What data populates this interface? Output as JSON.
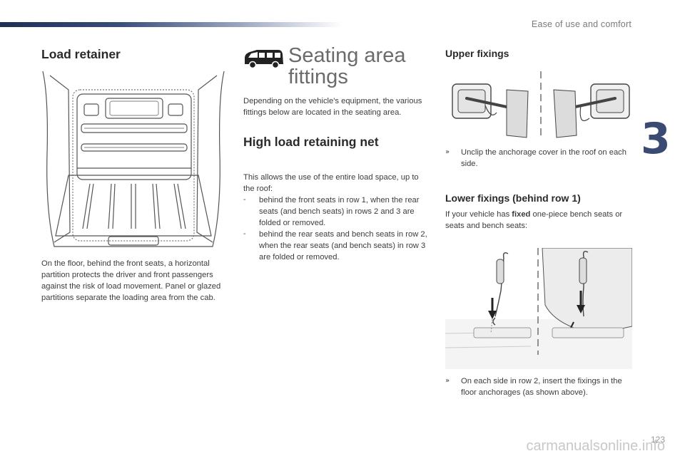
{
  "header": {
    "section_title": "Ease of use and comfort",
    "chapter_number": "3"
  },
  "load_retainer": {
    "title": "Load retainer",
    "paragraph": "On the floor, behind the front seats, a horizontal partition protects the driver and front passengers against the risk of load movement. Panel or glazed partitions separate the loading area from the cab."
  },
  "seating_area": {
    "title_line1": "Seating area",
    "title_line2": "fittings",
    "icon": "van-icon",
    "intro": "Depending on the vehicle's equipment, the various fittings below are located in the seating area."
  },
  "high_load_net": {
    "title": "High load retaining net",
    "intro": "This allows the use of the entire load space, up to the roof:",
    "items": [
      "behind the front seats in row 1, when the rear seats (and bench seats) in rows 2 and 3 are folded or removed.",
      "behind the rear seats and bench seats in row 2, when the rear seats (and bench seats) in row 3 are folded or removed."
    ],
    "item_marker": "-"
  },
  "upper_fixings": {
    "title": "Upper fixings",
    "bullet": "Unclip the anchorage cover in the roof on each side.",
    "bullet_marker": "»"
  },
  "lower_fixings": {
    "title": "Lower fixings (behind row 1)",
    "intro_before": "If your vehicle has ",
    "intro_bold": "fixed",
    "intro_after": " one-piece bench seats or seats and bench seats:",
    "bullet": "On each side in row 2, insert the fixings in the floor anchorages (as shown above).",
    "bullet_marker": "»"
  },
  "footer": {
    "page_number": "123",
    "watermark": "carmanualsonline.info"
  },
  "colors": {
    "accent": "#3b4a73",
    "text": "#3c3c3c",
    "heading": "#2a2a2a"
  }
}
